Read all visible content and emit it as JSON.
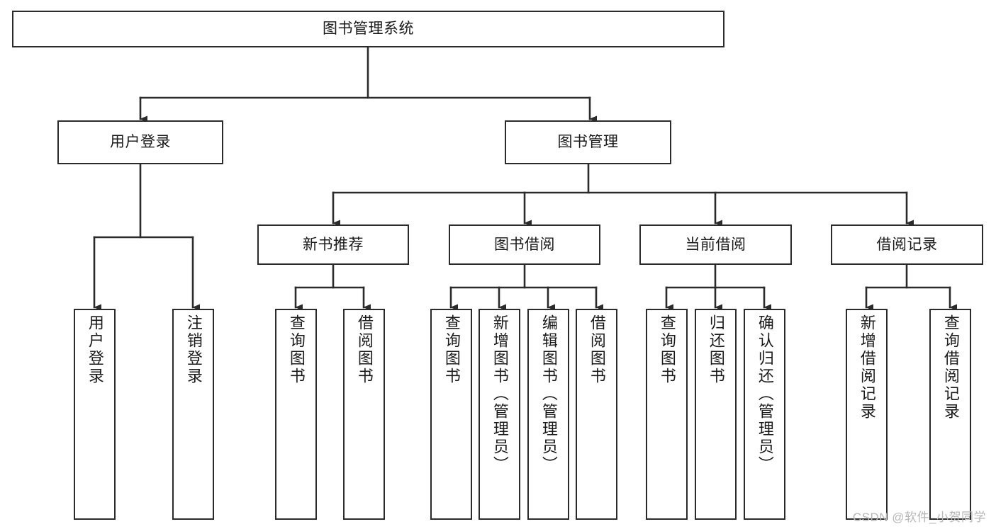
{
  "diagram": {
    "title": "图书管理系统",
    "type": "tree-hierarchy",
    "watermark": "CSDN @软件_小贺同学",
    "colors": {
      "box_border": "#2b2b2b",
      "box_fill": "#ffffff",
      "edge": "#2b2b2b",
      "text": "#1a1a1a",
      "watermark": "#b6b6b6",
      "background": "#ffffff"
    },
    "levels": {
      "root": {
        "label": "图书管理系统"
      },
      "level2": [
        {
          "id": "user-login",
          "label": "用户登录"
        },
        {
          "id": "book-management",
          "label": "图书管理"
        }
      ],
      "level3": [
        {
          "id": "new-book-recommend",
          "label": "新书推荐",
          "parent": "book-management"
        },
        {
          "id": "book-borrow",
          "label": "图书借阅",
          "parent": "book-management"
        },
        {
          "id": "current-borrow",
          "label": "当前借阅",
          "parent": "book-management"
        },
        {
          "id": "borrow-record",
          "label": "借阅记录",
          "parent": "book-management"
        }
      ],
      "leaves": [
        {
          "id": "leaf-user-login",
          "label": "用户登录",
          "parent": "user-login"
        },
        {
          "id": "leaf-logout-login",
          "label": "注销登录",
          "parent": "user-login"
        },
        {
          "id": "leaf-query-book-1",
          "label": "查询图书",
          "parent": "new-book-recommend"
        },
        {
          "id": "leaf-borrow-book-1",
          "label": "借阅图书",
          "parent": "new-book-recommend"
        },
        {
          "id": "leaf-query-book-2",
          "label": "查询图书",
          "parent": "book-borrow"
        },
        {
          "id": "leaf-add-book",
          "label": "新增图书（管理员）",
          "parent": "book-borrow"
        },
        {
          "id": "leaf-edit-book",
          "label": "编辑图书（管理员）",
          "parent": "book-borrow"
        },
        {
          "id": "leaf-borrow-book-2",
          "label": "借阅图书",
          "parent": "book-borrow"
        },
        {
          "id": "leaf-query-book-3",
          "label": "查询图书",
          "parent": "current-borrow"
        },
        {
          "id": "leaf-return-book",
          "label": "归还图书",
          "parent": "current-borrow"
        },
        {
          "id": "leaf-confirm-return",
          "label": "确认归还（管理员）",
          "parent": "current-borrow"
        },
        {
          "id": "leaf-add-record",
          "label": "新增借阅记录",
          "parent": "borrow-record"
        },
        {
          "id": "leaf-query-record",
          "label": "查询借阅记录",
          "parent": "borrow-record"
        }
      ]
    }
  }
}
